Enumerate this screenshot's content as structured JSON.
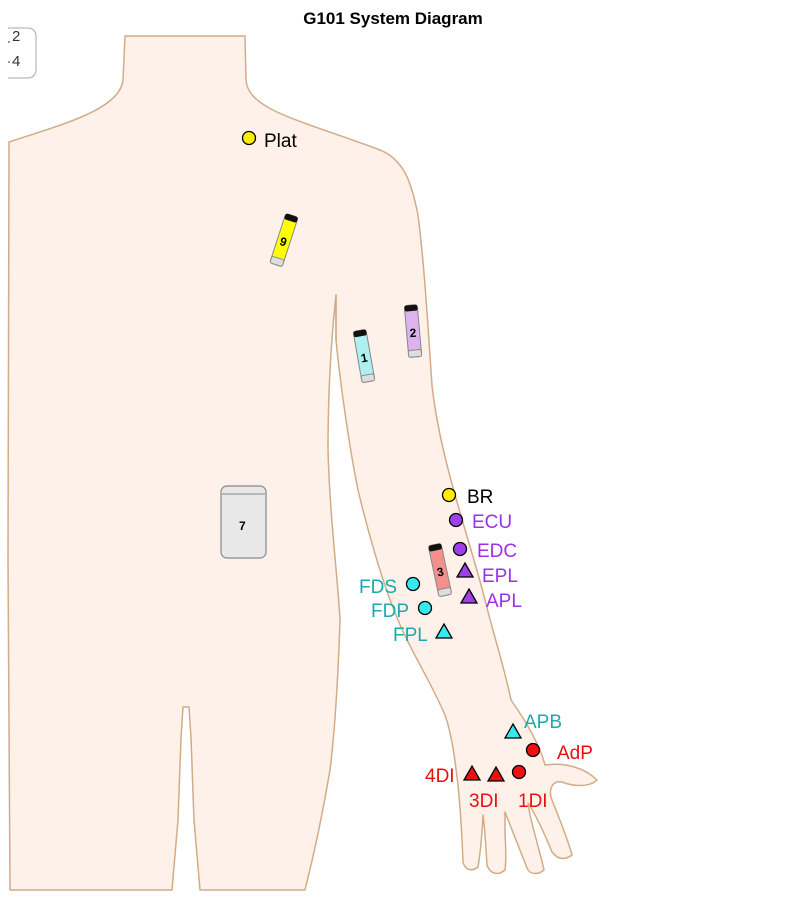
{
  "title": "G101 System Diagram",
  "corner_legend": {
    "line1": "2",
    "line2": "4"
  },
  "colors": {
    "skin_fill": "#fdf1ea",
    "skin_stroke": "#d2ac86",
    "black_label": "#000000",
    "purple": "#9b30e8",
    "teal": "#1aa9ad",
    "red": "#e81010",
    "yellow": "#ffee00",
    "cyan_marker": "#37e8ee",
    "red_marker": "#ee1111"
  },
  "devices": [
    {
      "id": "9",
      "color": "#ffff00"
    },
    {
      "id": "2",
      "color": "#dcb3ef"
    },
    {
      "id": "1",
      "color": "#aef0ef"
    },
    {
      "id": "3",
      "color": "#f3908e"
    },
    {
      "id": "7",
      "color": "#e8e8e8"
    }
  ],
  "sites": [
    {
      "label": "Plat",
      "marker": "circle",
      "fill": "#ffee00",
      "label_color": "#000000"
    },
    {
      "label": "BR",
      "marker": "circle",
      "fill": "#ffee00",
      "label_color": "#000000"
    },
    {
      "label": "ECU",
      "marker": "circle",
      "fill": "#a040e8",
      "label_color": "#9b30e8"
    },
    {
      "label": "EDC",
      "marker": "circle",
      "fill": "#a040e8",
      "label_color": "#9b30e8"
    },
    {
      "label": "EPL",
      "marker": "triangle",
      "fill": "#a040e8",
      "label_color": "#9b30e8"
    },
    {
      "label": "APL",
      "marker": "triangle",
      "fill": "#a040e8",
      "label_color": "#9b30e8"
    },
    {
      "label": "FDS",
      "marker": "circle",
      "fill": "#37e8ee",
      "label_color": "#1aa9ad"
    },
    {
      "label": "FDP",
      "marker": "circle",
      "fill": "#37e8ee",
      "label_color": "#1aa9ad"
    },
    {
      "label": "FPL",
      "marker": "triangle",
      "fill": "#37e8ee",
      "label_color": "#1aa9ad"
    },
    {
      "label": "APB",
      "marker": "triangle",
      "fill": "#37e8ee",
      "label_color": "#1aa9ad"
    },
    {
      "label": "AdP",
      "marker": "circle",
      "fill": "#ee1111",
      "label_color": "#e81010"
    },
    {
      "label": "1DI",
      "marker": "circle",
      "fill": "#ee1111",
      "label_color": "#e81010"
    },
    {
      "label": "3DI",
      "marker": "triangle",
      "fill": "#ee1111",
      "label_color": "#e81010"
    },
    {
      "label": "4DI",
      "marker": "triangle",
      "fill": "#ee1111",
      "label_color": "#e81010"
    }
  ]
}
